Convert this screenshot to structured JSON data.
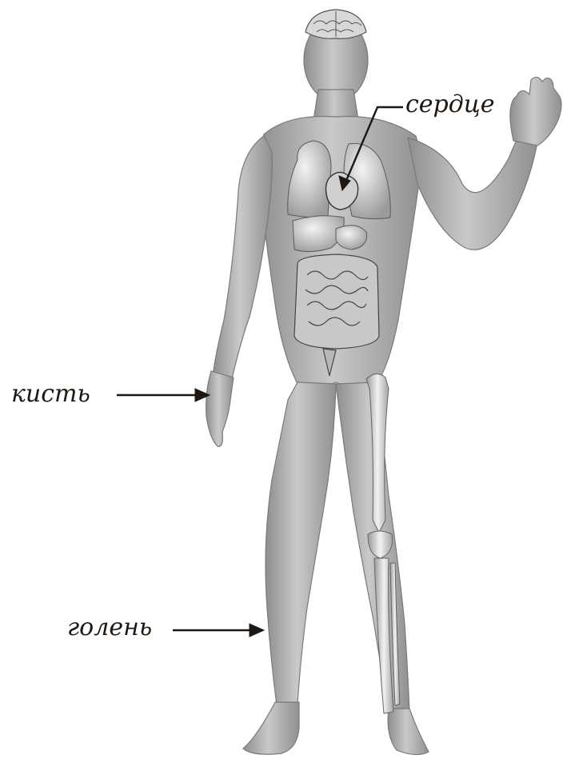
{
  "labels": {
    "heart": "сердце",
    "hand": "кисть",
    "shin": "голень"
  },
  "colors": {
    "skin": "#b4b4b4",
    "skin_dark": "#8c8c8c",
    "skin_light": "#d6d6d6",
    "organ": "#e6e6e6",
    "arrow": "#1f1711"
  }
}
